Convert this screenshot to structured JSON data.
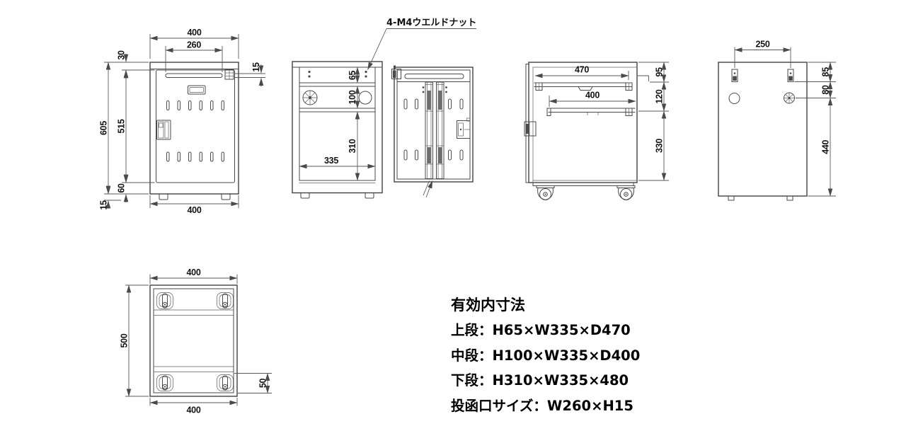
{
  "drawing": {
    "callout_weld_nut": "4-M4ウエルドナット",
    "front": {
      "width_top": "400",
      "slot_width": "260",
      "top_gap": "30",
      "slot_height": "15",
      "overall_height": "605",
      "door_height": "515",
      "base_height": "60",
      "caster_height": "15",
      "width_bottom": "400"
    },
    "open_front": {
      "upper_height": "65",
      "middle_height": "100",
      "lower_height": "310",
      "inner_width": "335"
    },
    "side": {
      "upper_depth": "470",
      "upper_height": "95",
      "middle_depth": "400",
      "middle_height": "120",
      "lower_height": "330"
    },
    "rear": {
      "slot_pitch": "250",
      "top_to_slot": "85",
      "slot_to_hole": "80",
      "hole_to_bottom": "440"
    },
    "bottom": {
      "width_top": "400",
      "depth": "500",
      "caster_inset": "50",
      "width_bottom": "400"
    },
    "notes": {
      "title": "有効内寸法",
      "row_upper": "上段：H65×W335×D470",
      "row_middle": "中段：H100×W335×D400",
      "row_lower": "下段：H310×W335×480",
      "row_slot": "投函口サイズ：W260×H15"
    }
  }
}
